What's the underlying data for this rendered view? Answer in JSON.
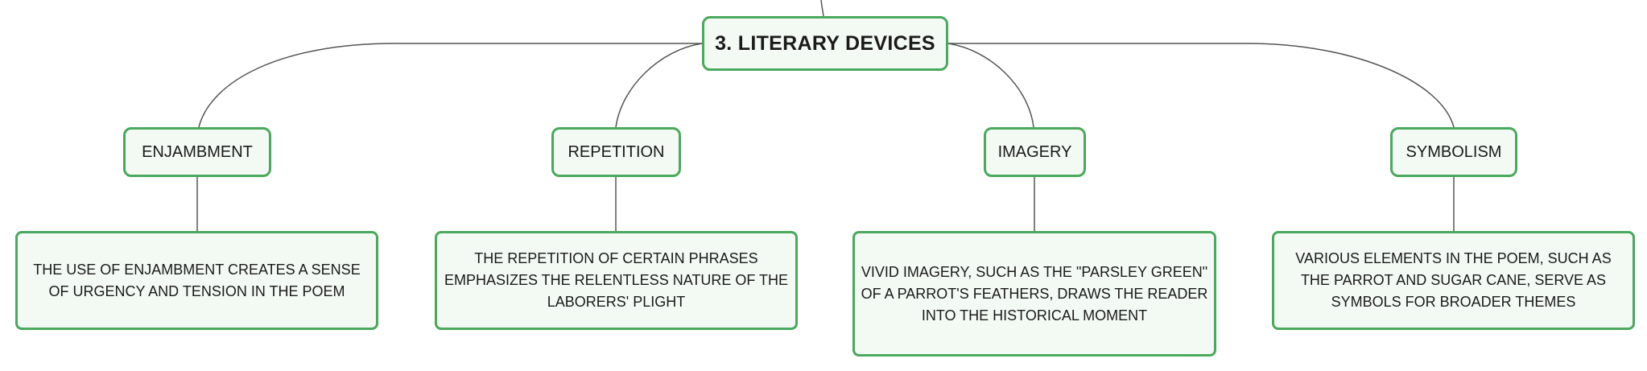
{
  "mindmap": {
    "root": {
      "title": "3. LITERARY DEVICES"
    },
    "branches": [
      {
        "label": "ENJAMBMENT",
        "description": "THE USE OF ENJAMBMENT CREATES A SENSE OF URGENCY AND TENSION IN THE POEM"
      },
      {
        "label": "REPETITION",
        "description": "THE REPETITION OF CERTAIN PHRASES EMPHASIZES THE RELENTLESS NATURE OF THE LABORERS' PLIGHT"
      },
      {
        "label": "IMAGERY",
        "description": "VIVID IMAGERY, SUCH AS THE \"PARSLEY GREEN\" OF A PARROT'S FEATHERS, DRAWS THE READER INTO THE HISTORICAL MOMENT"
      },
      {
        "label": "SYMBOLISM",
        "description": "VARIOUS ELEMENTS IN THE POEM, SUCH AS THE PARROT AND SUGAR CANE, SERVE AS SYMBOLS FOR BROADER THEMES"
      }
    ]
  },
  "colors": {
    "node_border": "#4aa95c",
    "node_fill": "#f3faf4",
    "connector": "#555555"
  }
}
